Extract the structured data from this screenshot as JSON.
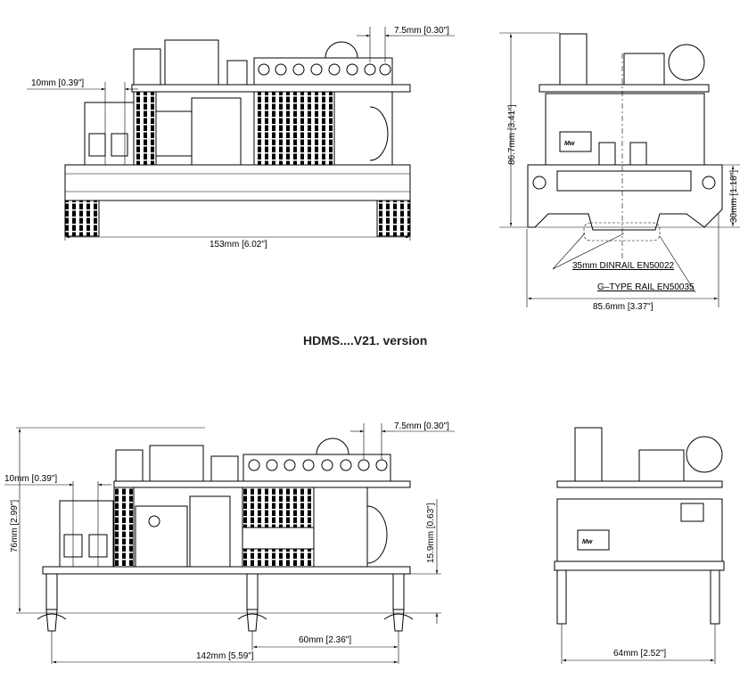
{
  "title": "HDMS....V21. version",
  "top_side_view": {
    "pitch": "7.5mm [0.30\"]",
    "pcb_offset": "10mm [0.39\"]",
    "length": "153mm [6.02\"]"
  },
  "top_end_view": {
    "height": "86.7mm [3.41\"]",
    "rail_height": "30mm [1.18\"]",
    "width": "85.6mm [3.37\"]",
    "din_rail": "35mm  DINRAIL  EN50022",
    "g_rail": "G–TYPE  RAIL  EN50035",
    "label_badge": "Mw"
  },
  "bottom_side_view": {
    "pitch": "7.5mm [0.30\"]",
    "pcb_offset": "10mm [0.39\"]",
    "height": "76mm [2.99\"]",
    "standoff": "15.9mm [0.63\"]",
    "post_spacing": "60mm [2.36\"]",
    "length": "142mm [5.59\"]"
  },
  "bottom_end_view": {
    "width": "64mm [2.52\"]",
    "label_badge": "Mw"
  }
}
